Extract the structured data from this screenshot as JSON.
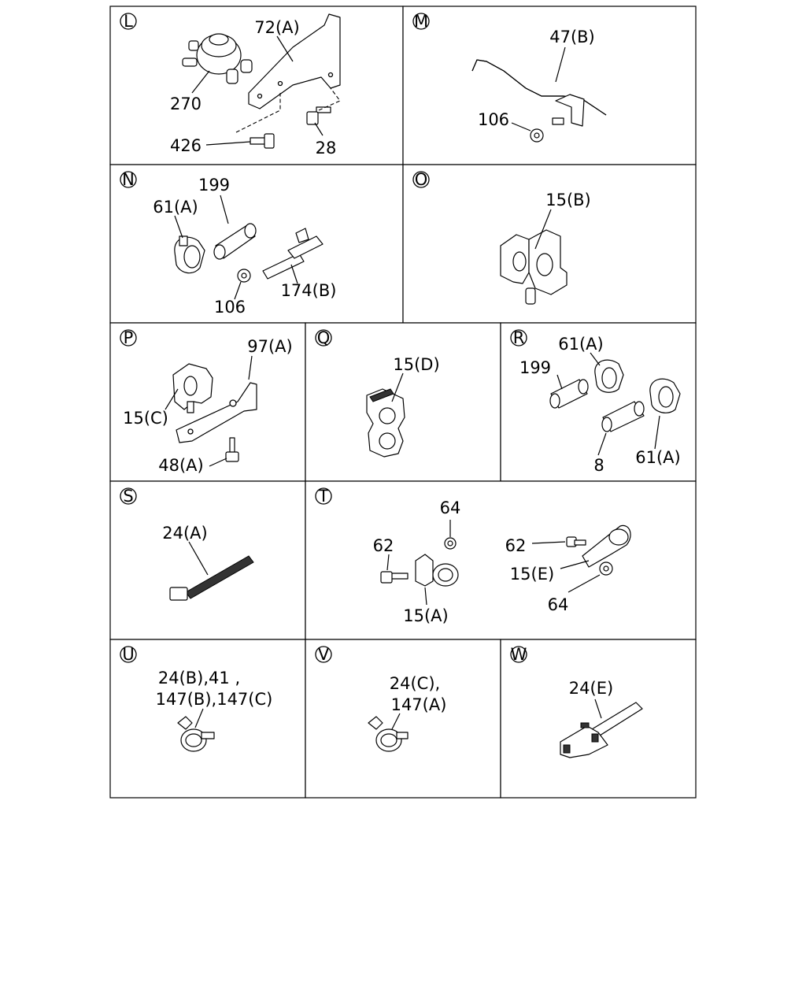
{
  "panels": [
    {
      "key": "L",
      "labels": [
        "72(A)",
        "270",
        "426",
        "28"
      ]
    },
    {
      "key": "M",
      "labels": [
        "47(B)",
        "106"
      ]
    },
    {
      "key": "N",
      "labels": [
        "199",
        "61(A)",
        "106",
        "174(B)"
      ]
    },
    {
      "key": "O",
      "labels": [
        "15(B)"
      ]
    },
    {
      "key": "P",
      "labels": [
        "97(A)",
        "15(C)",
        "48(A)"
      ]
    },
    {
      "key": "Q",
      "labels": [
        "15(D)"
      ]
    },
    {
      "key": "R",
      "labels": [
        "61(A)",
        "199",
        "8",
        "61(A)"
      ]
    },
    {
      "key": "S",
      "labels": [
        "24(A)"
      ]
    },
    {
      "key": "T",
      "labels": [
        "64",
        "62",
        "15(A)",
        "62",
        "15(E)",
        "64"
      ]
    },
    {
      "key": "U",
      "labels": [
        "24(B),41 ,",
        "147(B),147(C)"
      ]
    },
    {
      "key": "V",
      "labels": [
        "24(C),",
        "147(A)"
      ]
    },
    {
      "key": "W",
      "labels": [
        "24(E)"
      ]
    }
  ]
}
